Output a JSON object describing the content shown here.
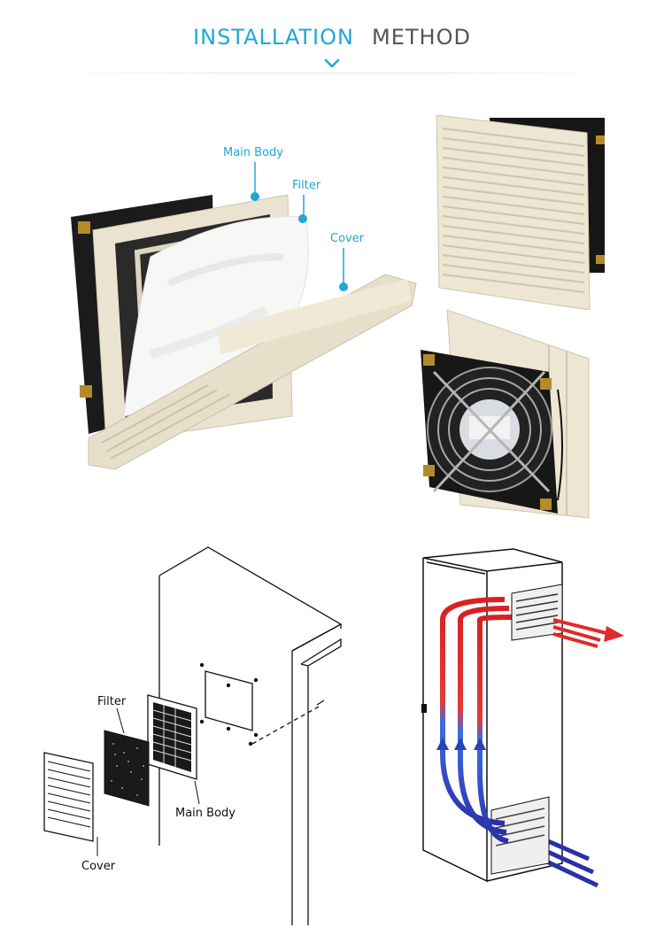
{
  "header": {
    "title_part1": "INSTALLATION",
    "title_part2": "METHOD"
  },
  "product_callouts": {
    "main_body": "Main Body",
    "filter": "Filter",
    "cover": "Cover"
  },
  "diagram_labels": {
    "filter": "Filter",
    "main_body": "Main Body",
    "cover": "Cover"
  },
  "fan_label_text": "",
  "colors": {
    "accent": "#1ea7d8",
    "title_gray": "#555555",
    "plastic_beige": "#ece6d2",
    "hot_air": "#e02a2a",
    "cool_air": "#2b2fa8"
  },
  "icons": [
    "chevron-down-icon"
  ]
}
